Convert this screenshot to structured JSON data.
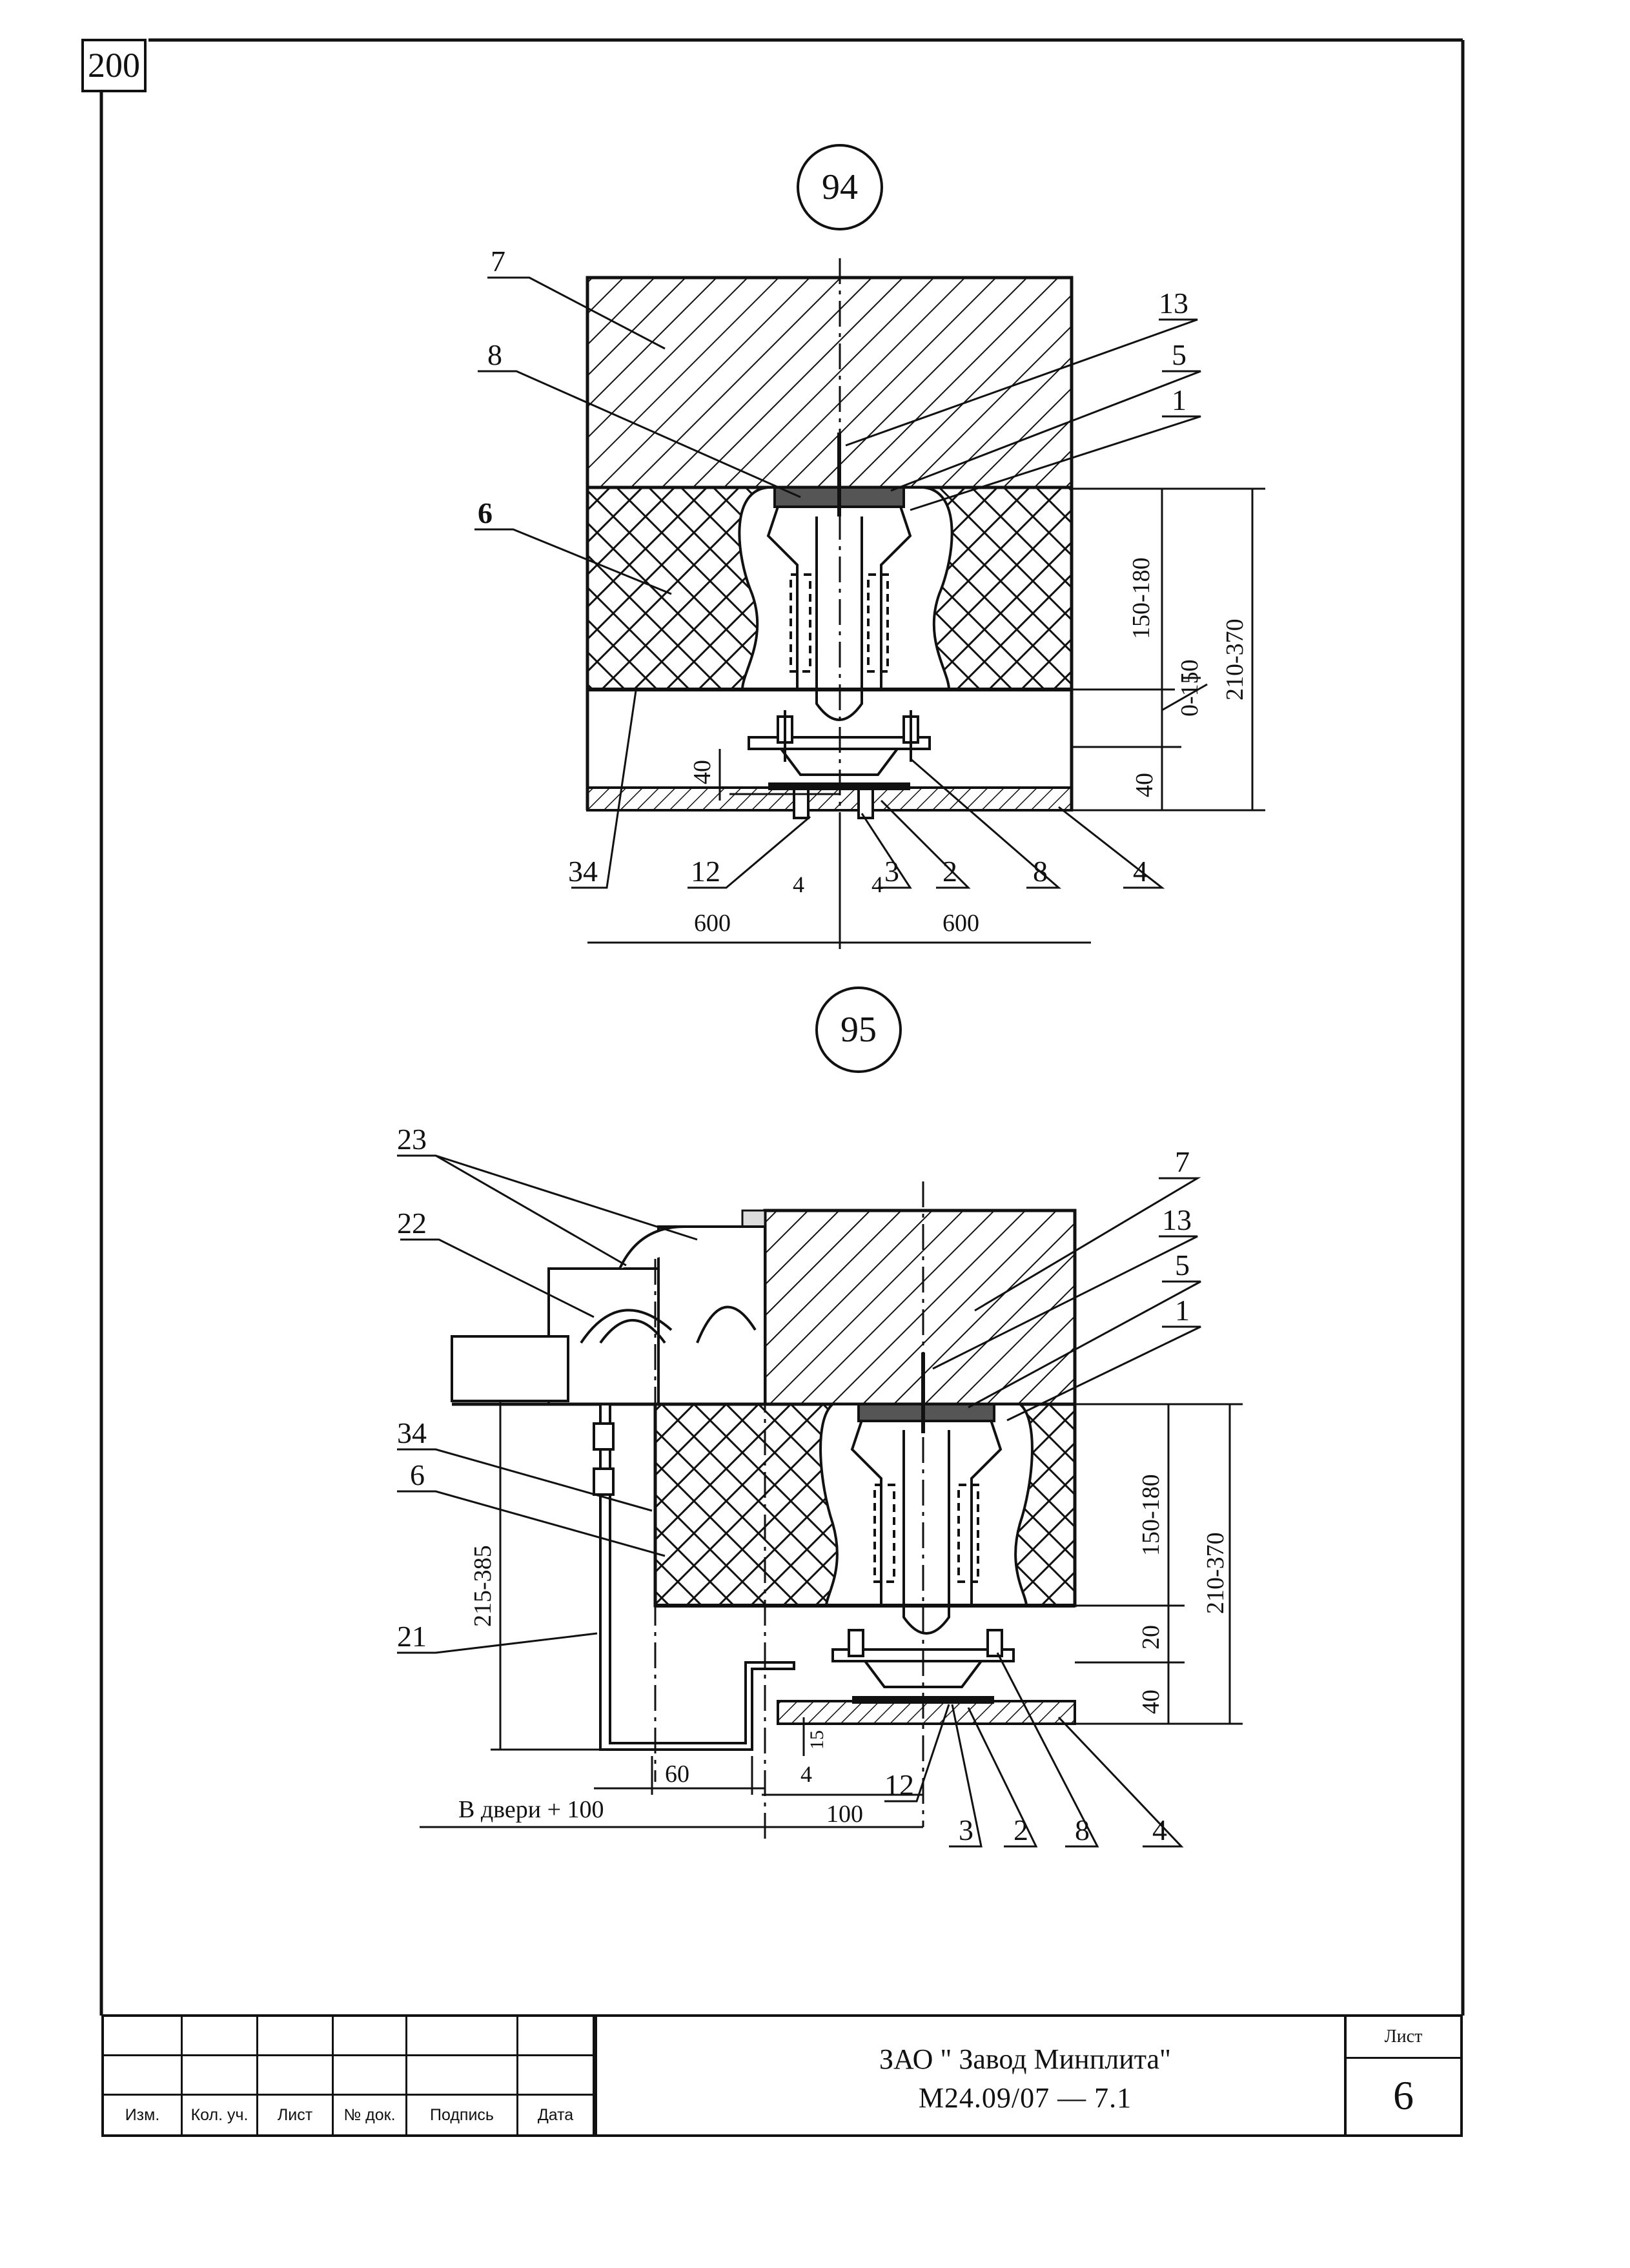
{
  "page_number": "200",
  "detail_94": {
    "id": "94",
    "callouts": [
      "7",
      "8",
      "13",
      "5",
      "1",
      "6",
      "34",
      "12",
      "3",
      "2",
      "8",
      "4"
    ],
    "dimensions": {
      "height_range": "150-180",
      "gap": "0-150",
      "total": "210-370",
      "lower_right": "40",
      "lower_left": "40",
      "gap_left": "4",
      "gap_right": "4",
      "span_left": "600",
      "span_right": "600"
    }
  },
  "detail_95": {
    "id": "95",
    "callouts": [
      "23",
      "22",
      "7",
      "13",
      "5",
      "1",
      "34",
      "6",
      "21",
      "12",
      "3",
      "2",
      "8",
      "4"
    ],
    "dimensions": {
      "height_range": "150-180",
      "total": "210-370",
      "left_height": "215-385",
      "d20": "20",
      "d40": "40",
      "d15": "15",
      "d60": "60",
      "d4": "4",
      "d100": "100",
      "door_note": "В двери + 100"
    }
  },
  "title_block": {
    "headers": [
      "Изм.",
      "Кол. уч.",
      "Лист",
      "№ док.",
      "Подпись",
      "Дата"
    ],
    "organization": "ЗАО \" Завод Минплита\"",
    "document_code": "М24.09/07   —   7.1",
    "sheet_label": "Лист",
    "sheet_number": "6"
  }
}
